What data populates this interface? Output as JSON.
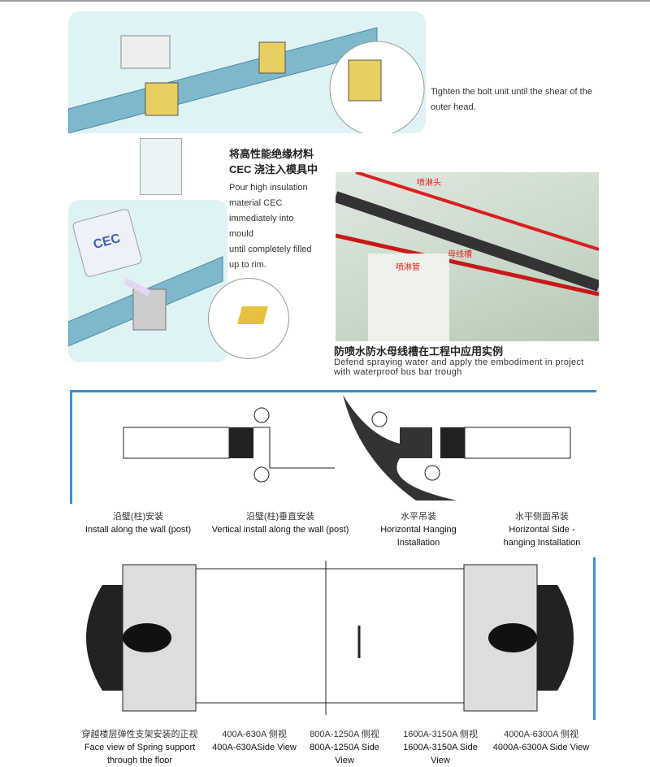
{
  "step1": {
    "caption": "Tighten the bolt unit until the shear of the outer head."
  },
  "step2": {
    "title_zh_1": "将高性能绝缘材料",
    "title_zh_2": "CEC 浇注入模具中",
    "lines": [
      "Pour high insulation",
      "material CEC",
      "immediately into",
      "mould",
      "until completely filled",
      "up to rim."
    ],
    "can_label": "CEC"
  },
  "photo": {
    "labels": [
      "喷淋头",
      "母线槽",
      "喷淋管"
    ],
    "title_zh": "防喷水防水母线槽在工程中应用实例",
    "caption": "Defend spraying water and apply the embodiment in project with waterproof bus bar trough"
  },
  "install": [
    {
      "zh": "沿璧(柱)安装",
      "en": "Install along the wall (post)"
    },
    {
      "zh": "沿璧(柱)垂直安装",
      "en": "Vertical install along the wall (post)"
    },
    {
      "zh": "水平吊装",
      "en": "Horizontal Hanging Installation"
    },
    {
      "zh": "水平侧面吊装",
      "en": "Horizontal  Side - hanging Installation"
    }
  ],
  "views": [
    {
      "zh": "穿越楼层弹性支架安装的正视",
      "en": "Face view of Spring support through the floor"
    },
    {
      "zh": "400A-630A 侧视",
      "en": "400A-630ASide View"
    },
    {
      "zh": "800A-1250A 侧视",
      "en": "800A-1250A Side View"
    },
    {
      "zh": "1600A-3150A 侧视",
      "en": "1600A-3150A Side View"
    },
    {
      "zh": "4000A-6300A 侧视",
      "en": "4000A-6300A Side View"
    }
  ]
}
